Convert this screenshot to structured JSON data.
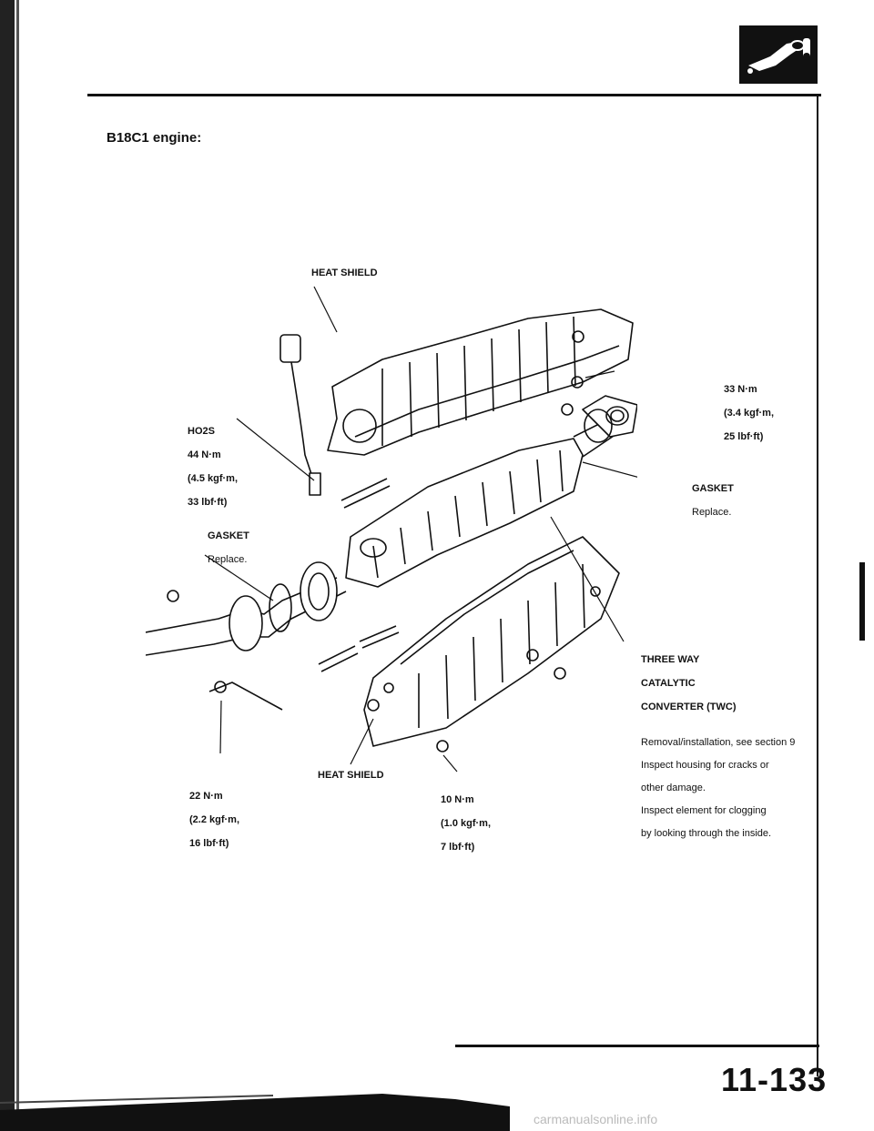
{
  "page": {
    "engine_title": "B18C1 engine:",
    "page_number": "11-133",
    "watermark": "carmanualsonline.info"
  },
  "labels": {
    "heat_shield_top": "HEAT SHIELD",
    "heat_shield_bottom": "HEAT SHIELD",
    "ho2s_title": "HO2S",
    "ho2s_torque": [
      "44 N·m",
      "(4.5 kgf·m,",
      "33 lbf·ft)"
    ],
    "torque_33": [
      "33 N·m",
      "(3.4 kgf·m,",
      "25 lbf·ft)"
    ],
    "gasket_right": [
      "GASKET",
      "Replace."
    ],
    "gasket_left": [
      "GASKET",
      "Replace."
    ],
    "twc_title": [
      "THREE WAY",
      "CATALYTIC",
      "CONVERTER (TWC)"
    ],
    "twc_notes": [
      "Removal/installation, see section 9",
      "Inspect housing for cracks or",
      "other damage.",
      "Inspect element for clogging",
      "by looking through the inside."
    ],
    "torque_22": [
      "22 N·m",
      "(2.2 kgf·m,",
      "16 lbf·ft)"
    ],
    "torque_10": [
      "10 N·m",
      "(1.0 kgf·m,",
      "7 lbf·ft)"
    ]
  },
  "icons": {
    "section_icon": "exhaust-pipe-icon"
  },
  "colors": {
    "ink": "#111111",
    "paper": "#ffffff",
    "watermark": "#bbbbbb"
  }
}
